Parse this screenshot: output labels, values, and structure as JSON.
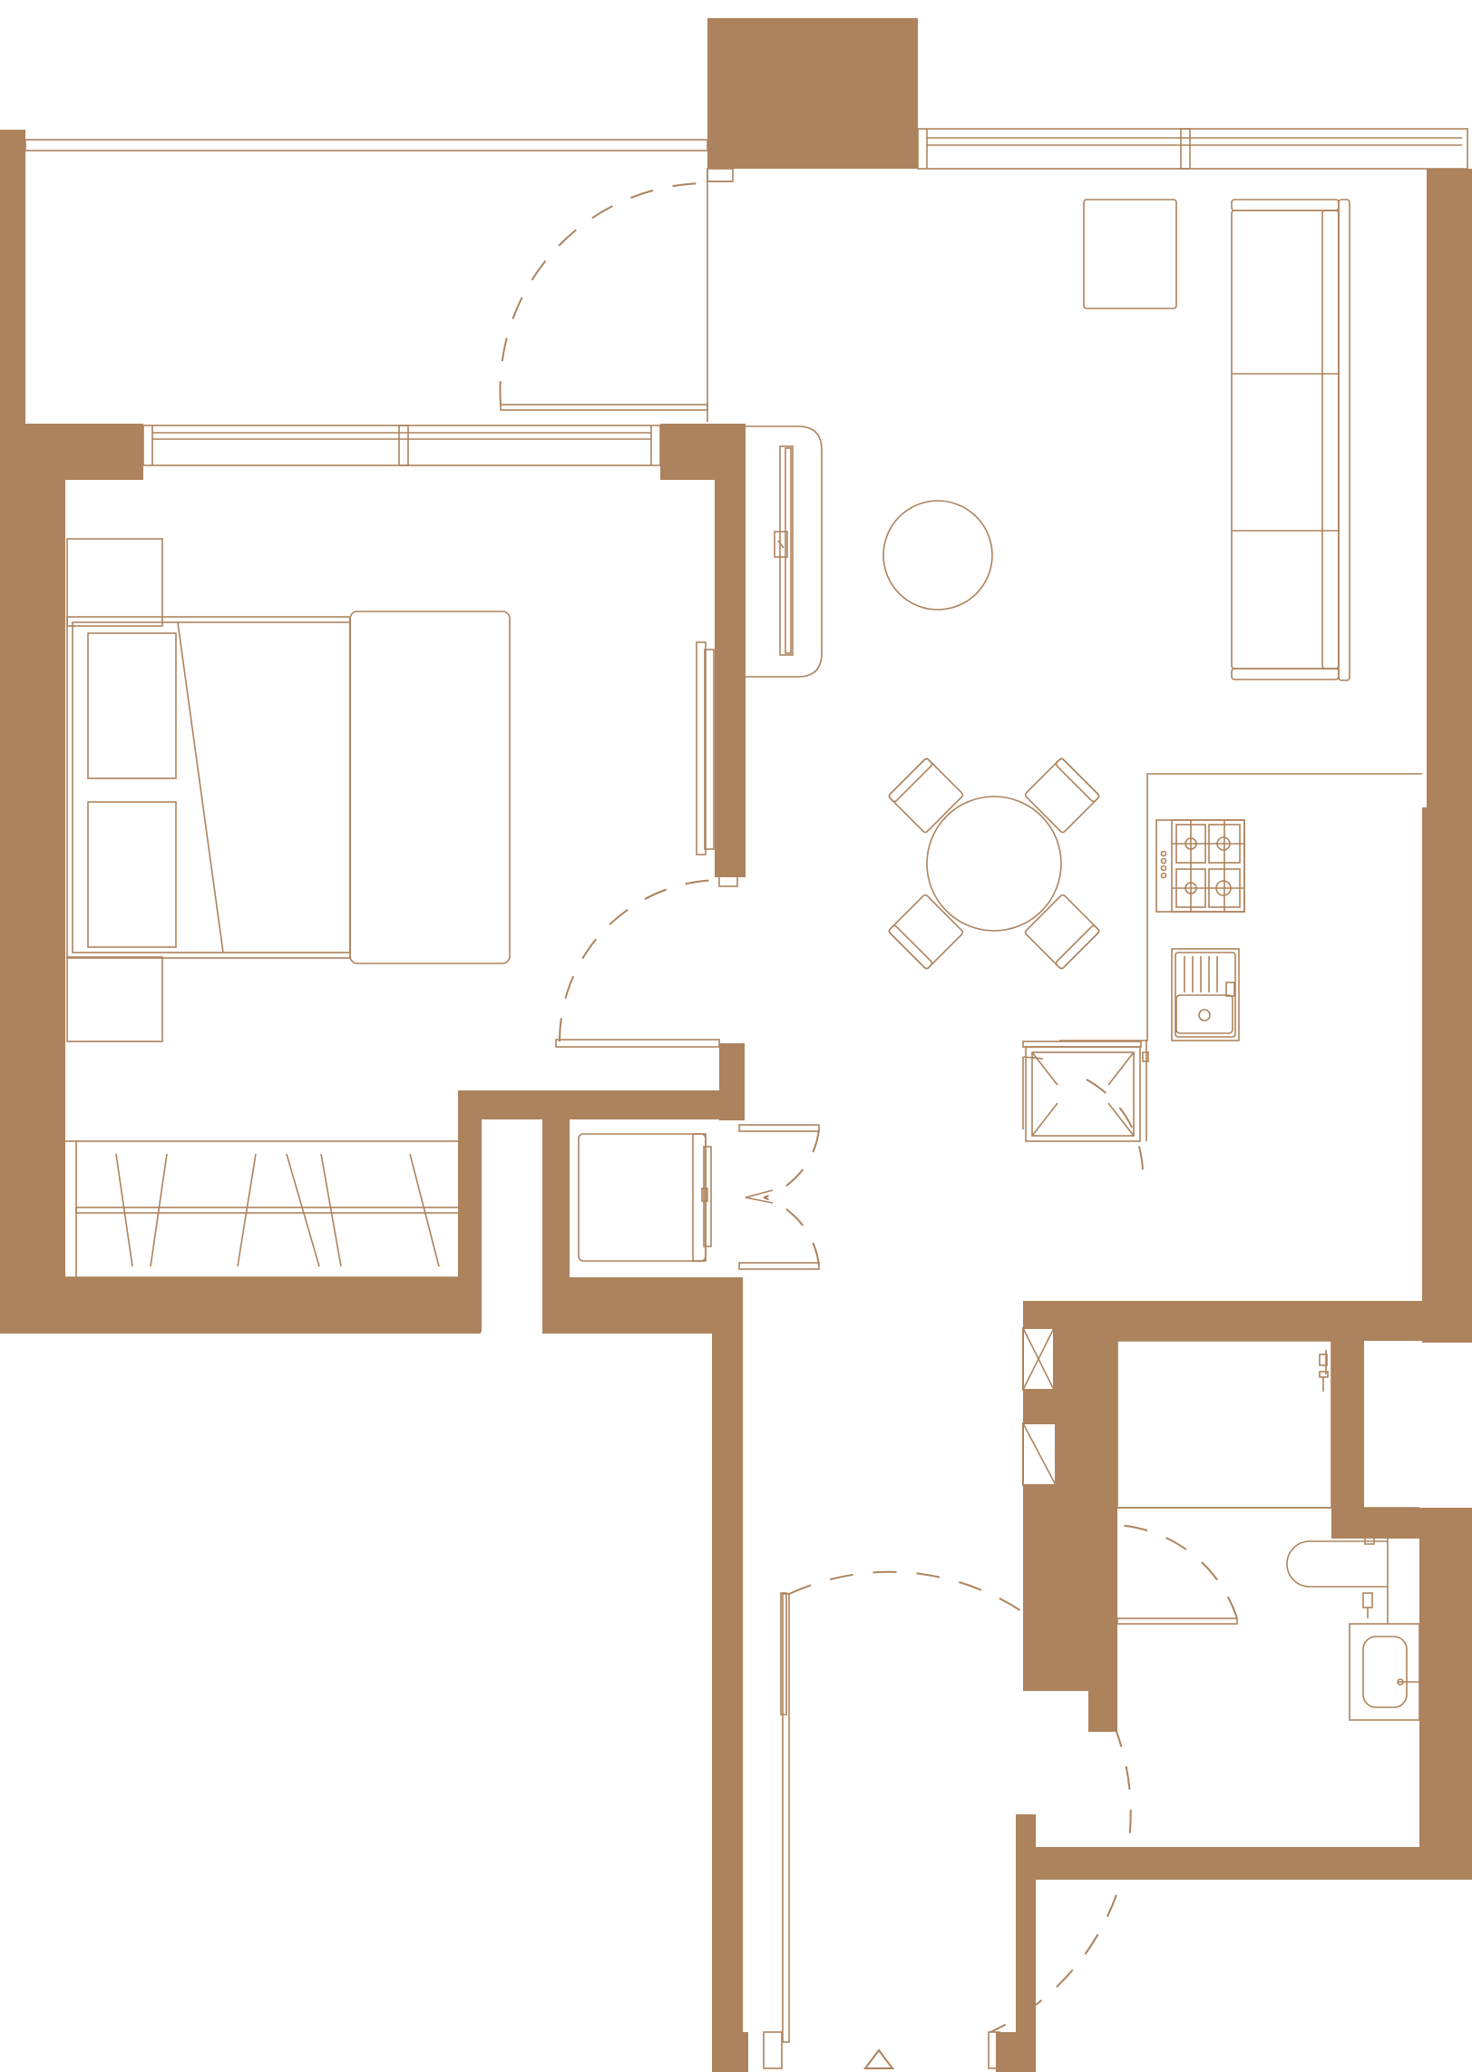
{
  "plan": {
    "type": "apartment floor plan",
    "colors": {
      "wall": "#ad835d",
      "line": "#ad835d",
      "background": "#ffffff"
    },
    "rooms": [
      "balcony",
      "bedroom",
      "wardrobe",
      "laundry",
      "living-dining",
      "kitchen",
      "hallway",
      "storage",
      "bathroom"
    ],
    "entrance_marker": "triangle-icon"
  }
}
